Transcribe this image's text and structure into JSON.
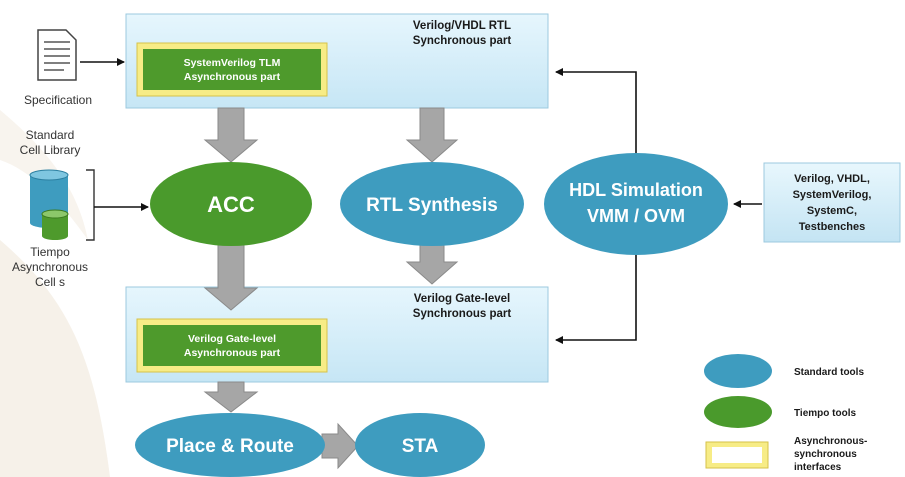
{
  "colors": {
    "rtl_box_fill": "#d8f0fb",
    "rtl_box_stroke": "#9cc9df",
    "async_box_fill": "#4e9a2c",
    "async_box_border": "#f2e271",
    "standard_tool": "#3e9cbf",
    "tiempo_tool": "#4a9a2c",
    "arrow_gray": "#a6a6a6",
    "input_box_fill": "#d8f0fb",
    "text_dark": "#1a1a1a",
    "text_light": "#ffffff",
    "bg_swoosh": "#f4eee4"
  },
  "inputs": {
    "specification": {
      "icon": "document-icon",
      "label": "Specification"
    },
    "cell_library": {
      "icon": "database-icon",
      "label_top": [
        "Standard",
        "Cell Library"
      ],
      "label_bottom": [
        "Tiempo",
        "Asynchronous",
        "Cell s"
      ]
    },
    "hdl_languages": [
      "Verilog, VHDL,",
      "SystemVerilog,",
      "SystemC,",
      "Testbenches"
    ]
  },
  "rtl_box": {
    "title": [
      "Verilog/VHDL RTL",
      "Synchronous part"
    ],
    "async_part": [
      "SystemVerilog TLM",
      "Asynchronous part"
    ]
  },
  "gate_box": {
    "title": [
      "Verilog Gate-level",
      "Synchronous part"
    ],
    "async_part": [
      "Verilog Gate-level",
      "Asynchronous part"
    ]
  },
  "tools": {
    "acc": "ACC",
    "rtl_synthesis": "RTL Synthesis",
    "hdl_simulation": [
      "HDL Simulation",
      "VMM / OVM"
    ],
    "place_route": "Place & Route",
    "sta": "STA"
  },
  "legend": {
    "standard": "Standard tools",
    "tiempo": "Tiempo tools",
    "interfaces": [
      "Asynchronous-",
      "synchronous",
      "interfaces"
    ]
  }
}
